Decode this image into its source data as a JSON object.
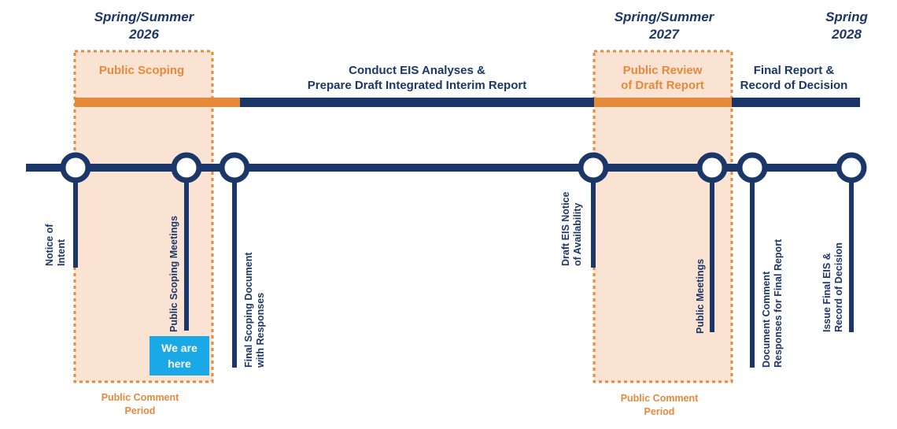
{
  "periods": {
    "p1_line1": "Spring/Summer",
    "p1_line2": "2026",
    "p2_line1": "Spring/Summer",
    "p2_line2": "2027",
    "p3_line1": "Spring",
    "p3_line2": "2028"
  },
  "phases": {
    "scoping": "Public Scoping",
    "eis_line1": "Conduct EIS Analyses &",
    "eis_line2": "Prepare Draft Integrated Interim Report",
    "review_line1": "Public Review",
    "review_line2": "of Draft Report",
    "final_line1": "Final Report &",
    "final_line2": "Record of Decision"
  },
  "comment_periods": {
    "c1_line1": "Public Comment",
    "c1_line2": "Period",
    "c2_line1": "Public Comment",
    "c2_line2": "Period"
  },
  "milestones": {
    "m1_line1": "Notice of",
    "m1_line2": "Intent",
    "m2_line1": "Public Scoping Meetings",
    "m3_line1": "Final Scoping Document",
    "m3_line2": "with Responses",
    "m4_line1": "Draft EIS Notice",
    "m4_line2": "of Availability",
    "m5_line1": "Public Meetings",
    "m6_line1": "Document Comment",
    "m6_line2": "Responses for Final Report",
    "m7_line1": "Issue Final EIS &",
    "m7_line2": "Record of Decision"
  },
  "status": {
    "we_are_here_line1": "We are",
    "we_are_here_line2": "here"
  },
  "colors": {
    "navy": "#1b3668",
    "orange": "#e7893a",
    "shade": "#fbe3d3",
    "badge": "#1aa8e6"
  }
}
